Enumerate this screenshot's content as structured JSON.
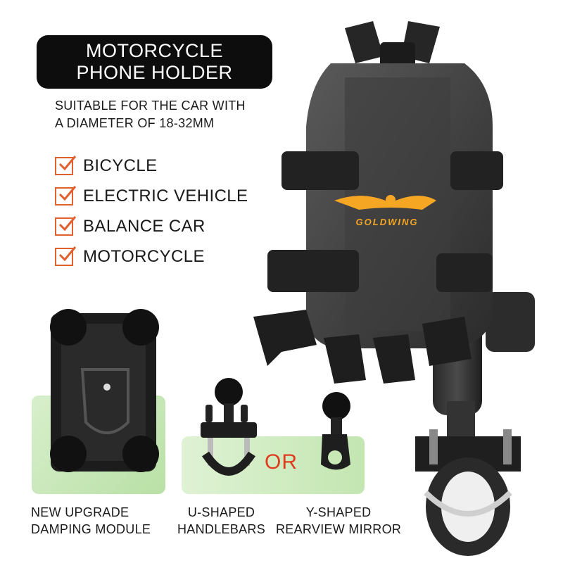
{
  "title": {
    "line1": "MOTORCYCLE",
    "line2": "PHONE HOLDER"
  },
  "subtitle": {
    "line1": "SUITABLE FOR THE CAR WITH",
    "line2": "A DIAMETER OF 18-32MM"
  },
  "checklist": [
    {
      "label": "BICYCLE"
    },
    {
      "label": "ELECTRIC VEHICLE"
    },
    {
      "label": "BALANCE CAR"
    },
    {
      "label": "MOTORCYCLE"
    }
  ],
  "logo_text": "GOLDWING",
  "or_text": "OR",
  "captions": {
    "module": {
      "line1": "NEW UPGRADE",
      "line2": "DAMPING MODULE"
    },
    "u_shaped": {
      "line1": "U-SHAPED",
      "line2": "HANDLEBARS"
    },
    "y_shaped": {
      "line1": "Y-SHAPED",
      "line2": "REARVIEW MIRROR"
    }
  },
  "colors": {
    "accent_orange": "#e0612f",
    "logo_gold": "#f5a623",
    "or_red": "#e03b1f",
    "panel_green": "#c3e6b1",
    "title_bg": "#0d0d0d"
  }
}
